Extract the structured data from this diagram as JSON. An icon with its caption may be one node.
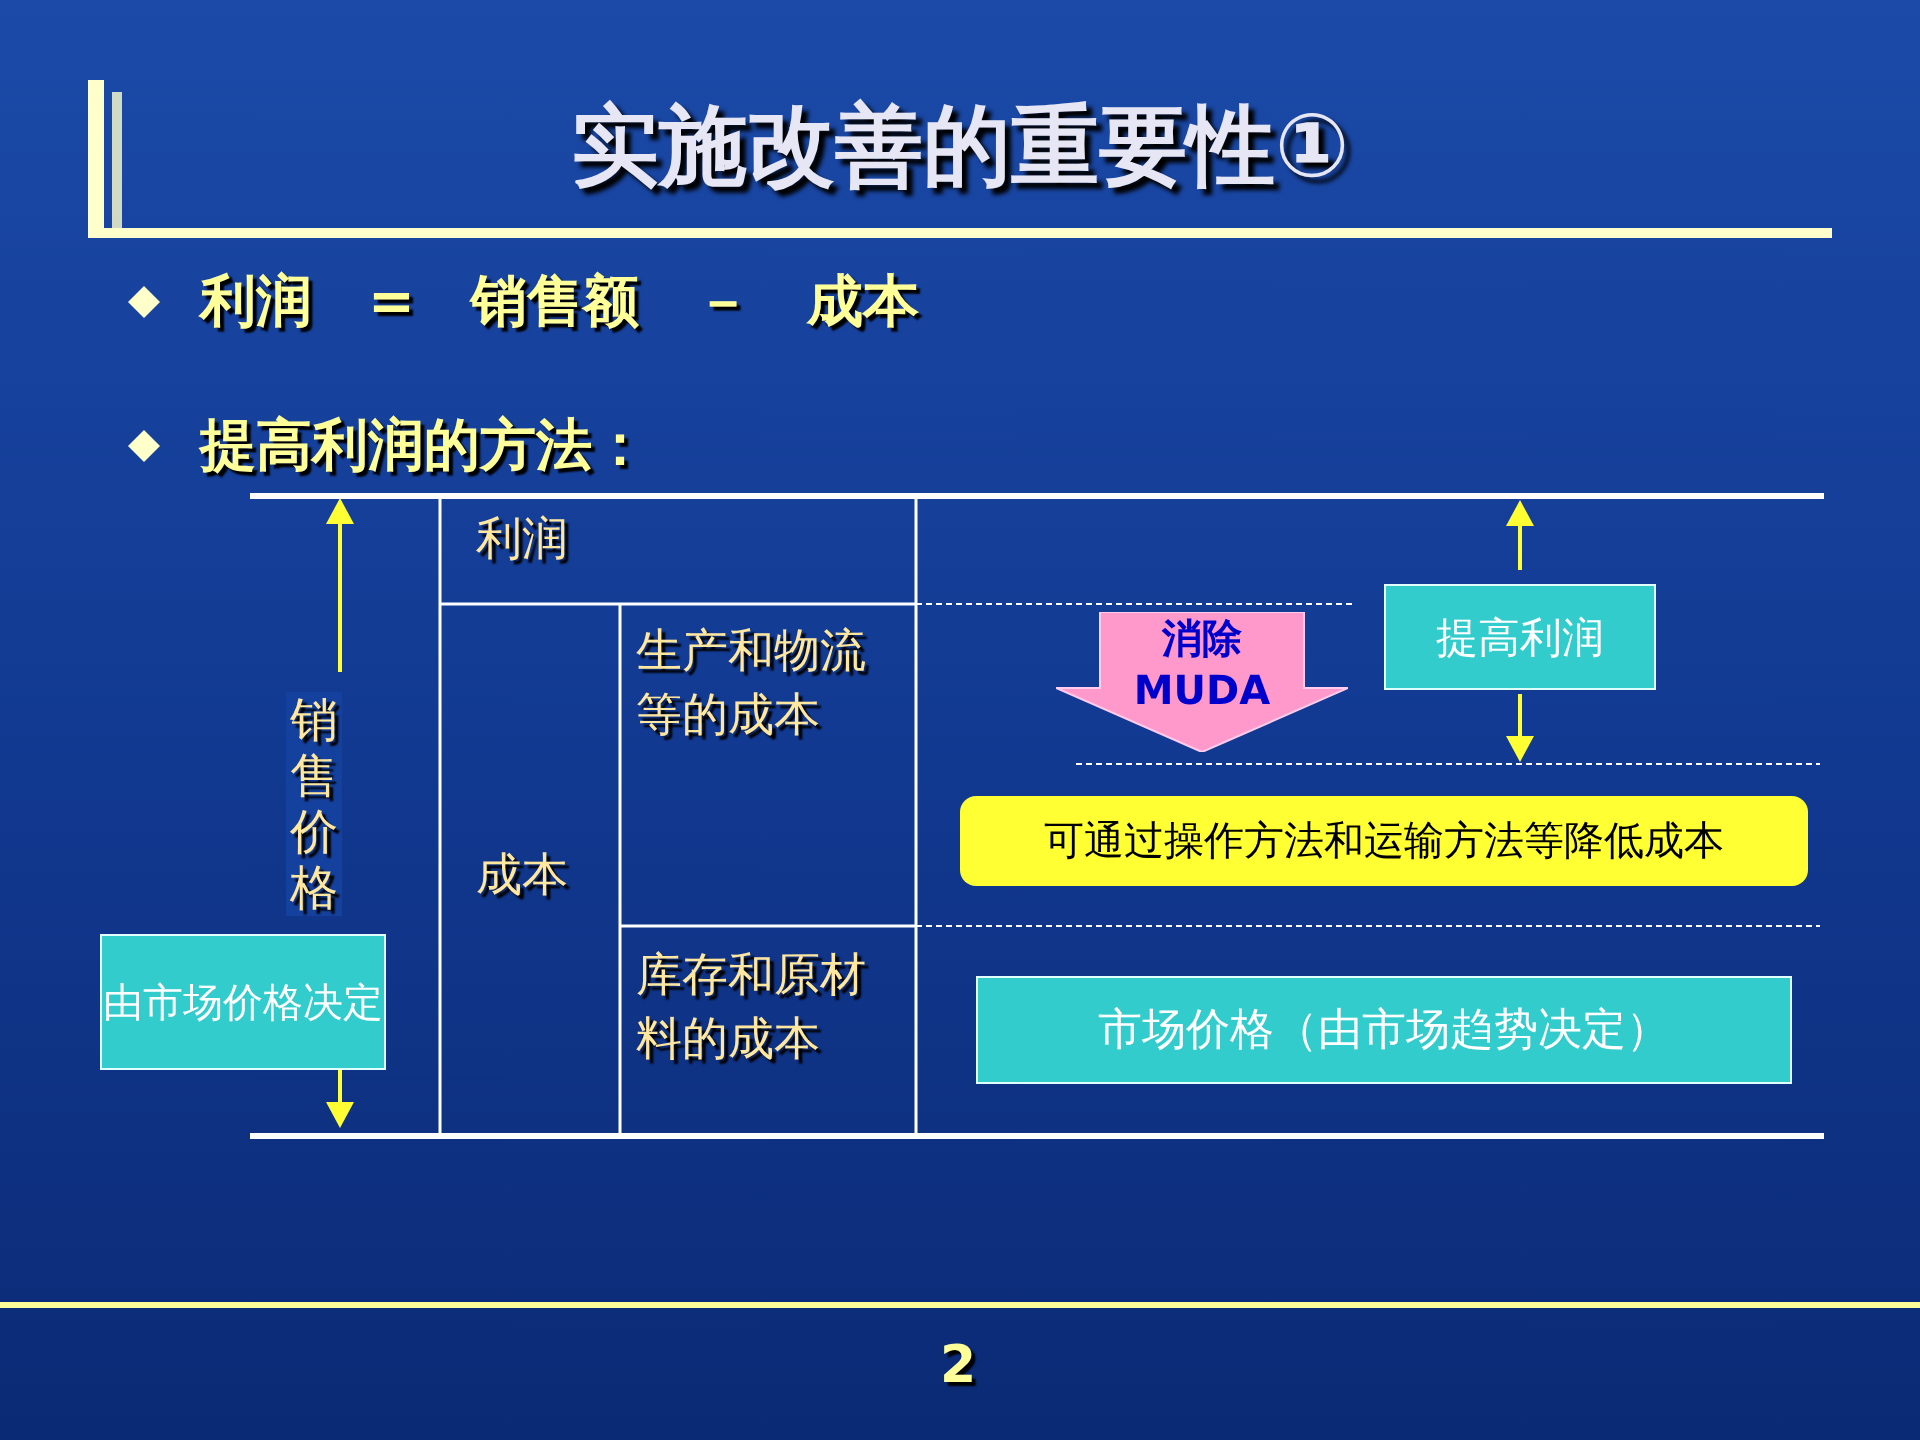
{
  "diagram": {
    "title": "实施改善的重要性①",
    "nodes": [
      {
        "text": [
          "由市场价格决定"
        ]
      },
      {
        "text": [
          "消除 MUDA"
        ]
      },
      {
        "text": [
          "提高利润"
        ]
      },
      {
        "text": [
          "可通过操作方法和运输方法等降低成本"
        ]
      },
      {
        "text": [
          "市场价格（由市场趋势决定）"
        ]
      }
    ],
    "labels": [
      "利润　=　销售额　－　成本",
      "提高利润的方法：",
      "销售价格",
      "利润",
      "成本",
      "生产和物流等的成本",
      "库存和原材料的成本",
      "2"
    ]
  }
}
